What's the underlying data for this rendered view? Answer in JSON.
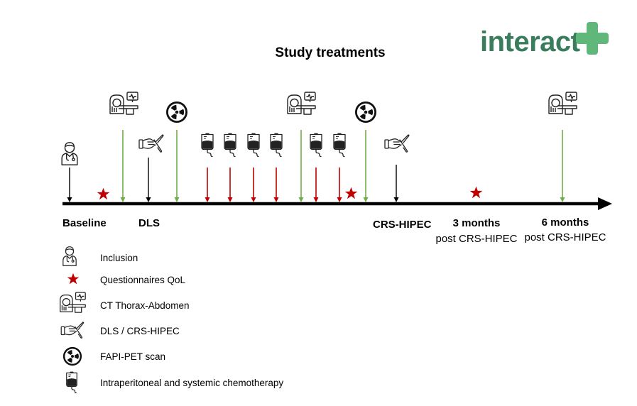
{
  "header": {
    "title": "Study treatments",
    "logo_text": "interact",
    "logo_color": "#3a7d5c",
    "logo_plus_color": "#5fb87a"
  },
  "colors": {
    "axis": "#000000",
    "green_arrow": "#70ad47",
    "red_arrow": "#c00000",
    "black_arrow": "#000000",
    "star": "#c00000"
  },
  "timeline": {
    "milestones": [
      {
        "label": "Baseline",
        "sub": ""
      },
      {
        "label": "DLS",
        "sub": ""
      },
      {
        "label": "CRS-HIPEC",
        "sub": ""
      },
      {
        "label": "3 months",
        "sub": "post CRS-HIPEC"
      },
      {
        "label": "6 months",
        "sub": "post CRS-HIPEC"
      }
    ],
    "events": [
      "inclusion",
      "questionnaire",
      "ct-scan",
      "surgery",
      "fapi-pet",
      "chemotherapy",
      "chemotherapy",
      "chemotherapy",
      "chemotherapy",
      "ct-scan",
      "chemotherapy",
      "chemotherapy",
      "questionnaire",
      "fapi-pet",
      "surgery",
      "questionnaire",
      "ct-scan"
    ]
  },
  "legend": {
    "items": [
      {
        "icon": "doctor-icon",
        "label": "Inclusion"
      },
      {
        "icon": "star-icon",
        "label": "Questionnaires QoL"
      },
      {
        "icon": "ct-scanner-icon",
        "label": "CT Thorax-Abdomen"
      },
      {
        "icon": "scalpel-hand-icon",
        "label": "DLS / CRS-HIPEC"
      },
      {
        "icon": "radiation-icon",
        "label": "FAPI-PET scan"
      },
      {
        "icon": "iv-bag-icon",
        "label": "Intraperitoneal and systemic chemotherapy"
      }
    ]
  }
}
